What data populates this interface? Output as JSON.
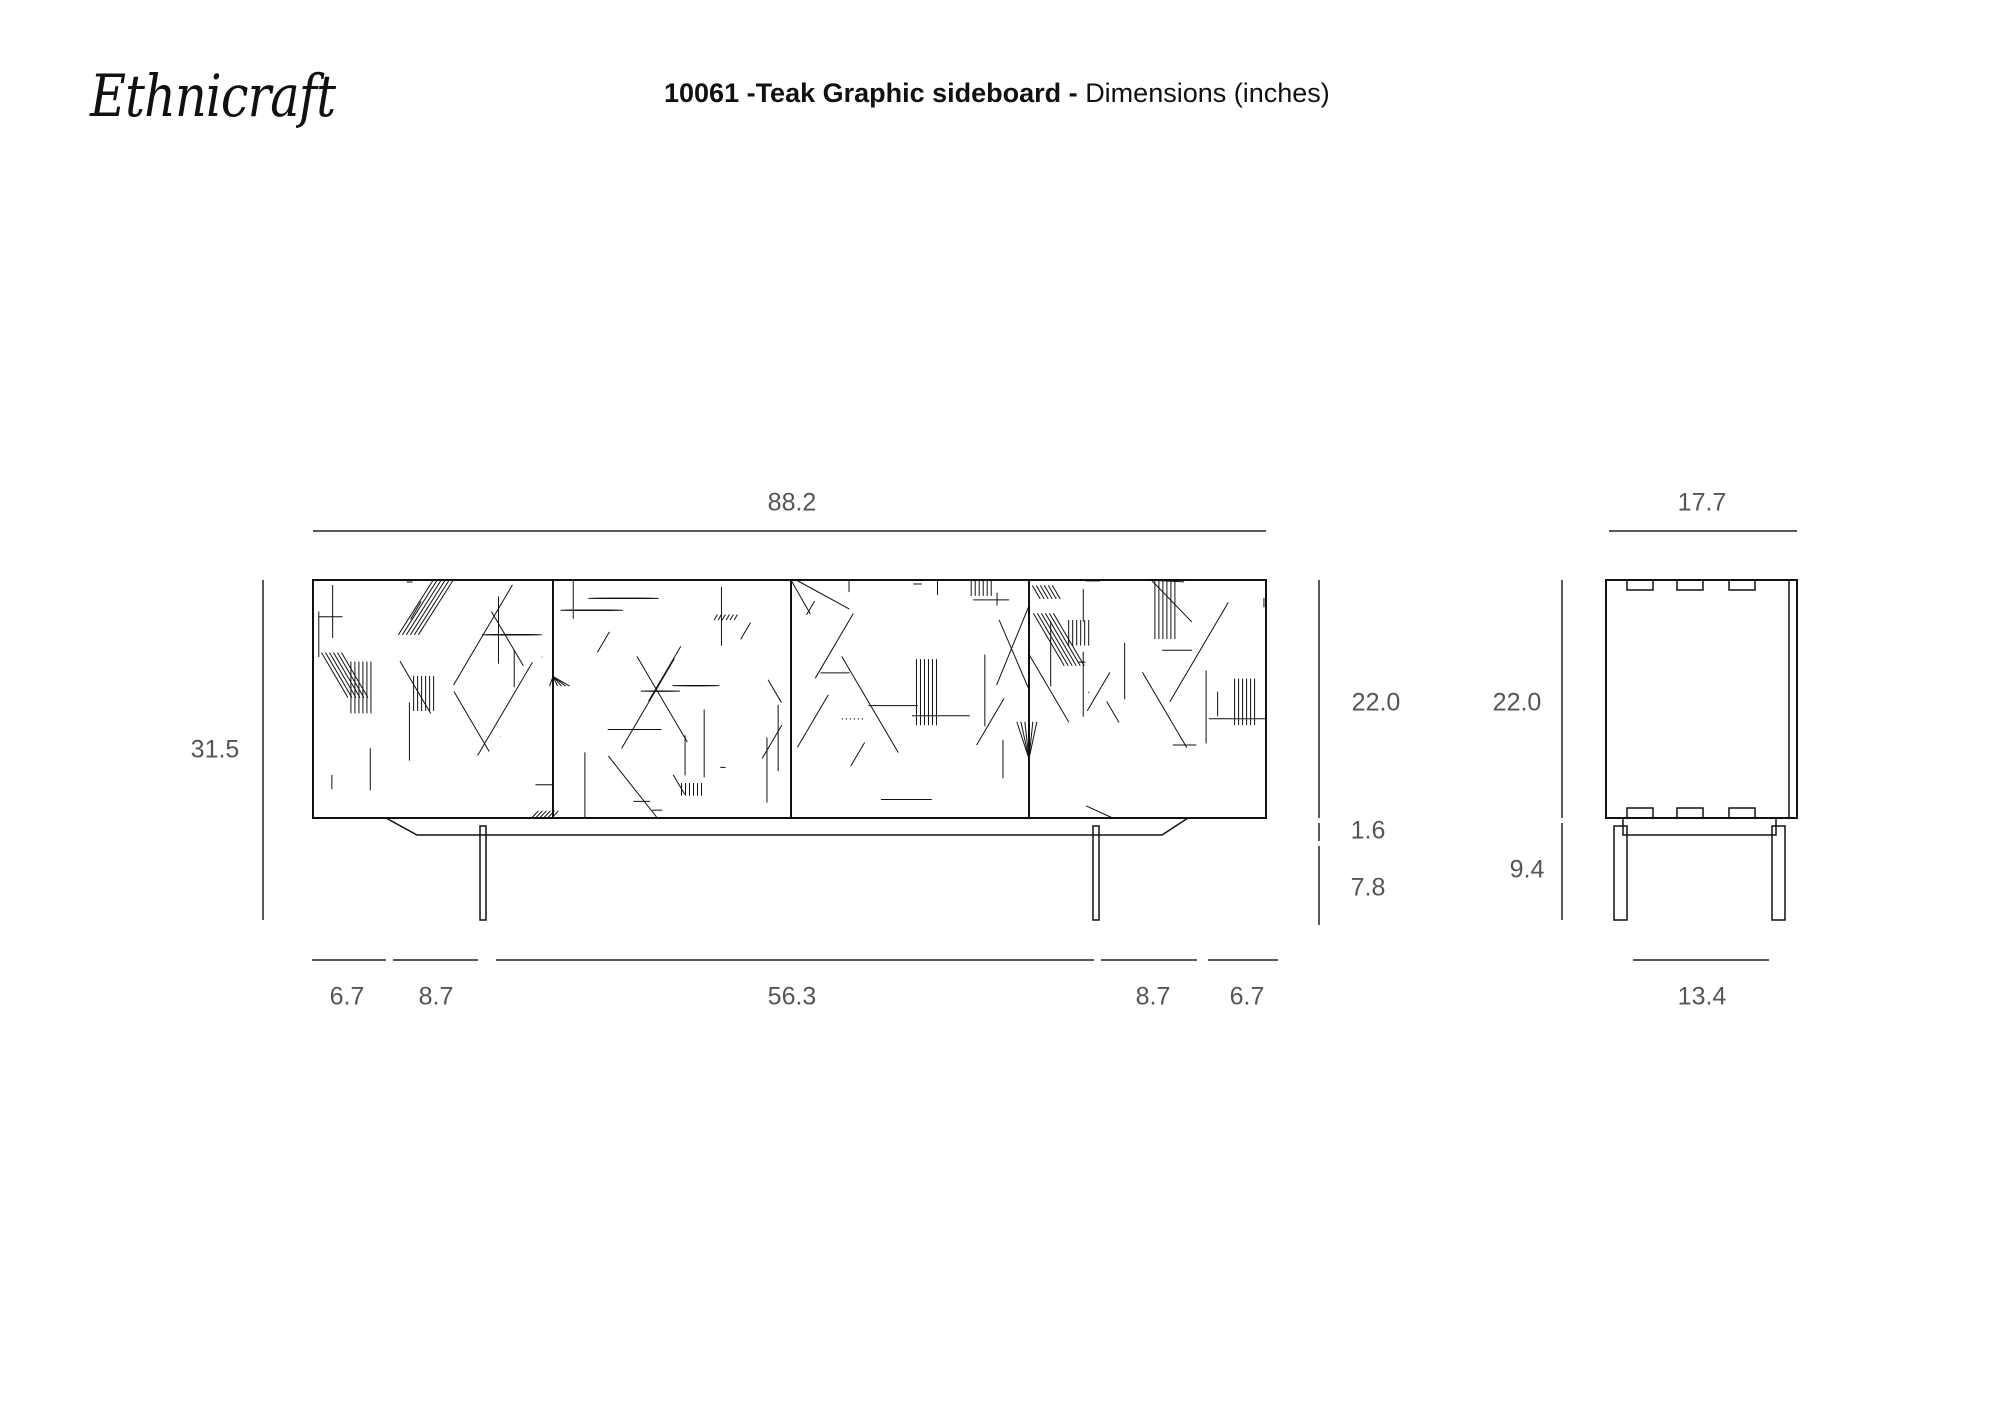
{
  "logo": "Ethnicraft",
  "title": {
    "code": "10061 -Teak Graphic sideboard -",
    "suffix": "Dimensions (inches)"
  },
  "front_view": {
    "width": "88.2",
    "total_height": "31.5",
    "body_height": "22.0",
    "apron_height": "1.6",
    "leg_height": "7.8",
    "bottom_segments": [
      "6.7",
      "8.7",
      "56.3",
      "8.7",
      "6.7"
    ]
  },
  "side_view": {
    "depth": "17.7",
    "body_height": "22.0",
    "base_height": "9.4",
    "leg_span": "13.4"
  },
  "colors": {
    "line": "#111111",
    "dim_text": "#555555"
  }
}
